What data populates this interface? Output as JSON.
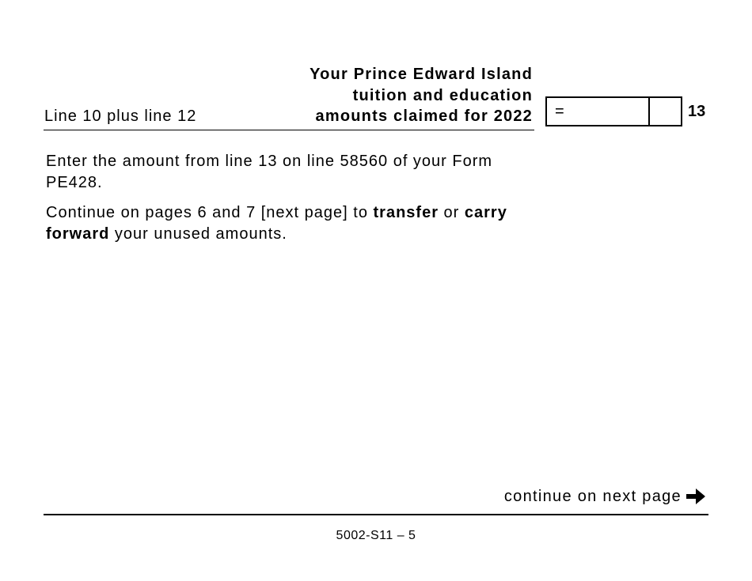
{
  "form_line": {
    "label": "Line 10 plus line 12",
    "heading_lines": [
      "Your Prince Edward Island",
      "tuition and education",
      "amounts claimed for 2022"
    ],
    "operator": "=",
    "line_number": "13",
    "amount_value": ""
  },
  "instructions": {
    "paragraph1": "Enter the amount from line 13 on line 58560 of your Form PE428.",
    "paragraph2_parts": {
      "before": "Continue on pages 6 and 7 [next page] to ",
      "bold1": "transfer",
      "middle": " or ",
      "bold2": "carry forward",
      "after": " your unused amounts."
    }
  },
  "navigation": {
    "continue_label": "continue on next page",
    "icon": "arrow-right-icon"
  },
  "footer": {
    "page_id": "5002-S11 – 5"
  }
}
